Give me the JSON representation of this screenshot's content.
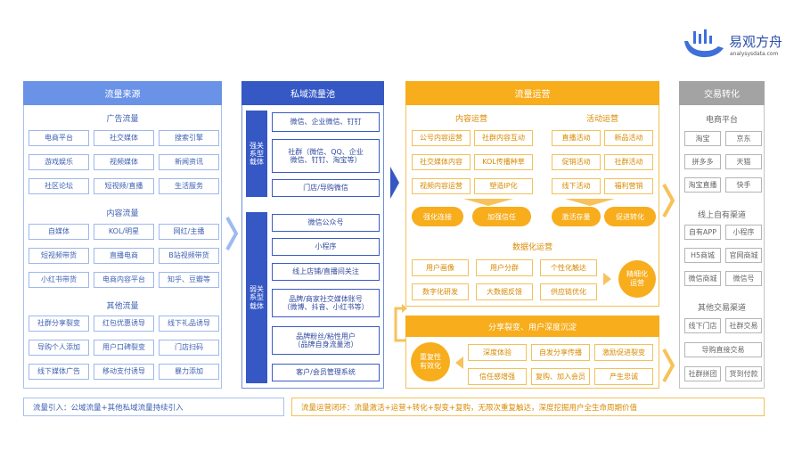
{
  "logo": {
    "name": "易观方舟",
    "url": "analysysdata.com"
  },
  "columns": {
    "source": {
      "title": "流量来源",
      "ad": {
        "title": "广告流量",
        "items": [
          "电商平台",
          "社交媒体",
          "搜索引擎",
          "游戏娱乐",
          "视频媒体",
          "新闻资讯",
          "社区论坛",
          "短视频/直播",
          "生活服务"
        ]
      },
      "content": {
        "title": "内容流量",
        "items": [
          "自媒体",
          "KOL/明星",
          "网红/主播",
          "短视频带货",
          "直播电商",
          "B站视频带货",
          "小红书带货",
          "电商内容平台",
          "知乎、豆瓣等"
        ]
      },
      "other": {
        "title": "其他流量",
        "items": [
          "社群分享裂变",
          "红包优惠诱导",
          "线下礼品诱导",
          "导购个人添加",
          "用户口碑裂变",
          "门店扫码",
          "线下媒体广告",
          "移动支付诱导",
          "暴力添加"
        ]
      }
    },
    "pool": {
      "title": "私域流量池",
      "strong_label": "强关\n系型\n载体",
      "weak_label": "弱关\n系型\n载体",
      "strong": [
        "微信、企业微信、钉钉",
        "社群（微信、QQ、企业\n微信、钉钉、淘宝等）",
        "门店/导购微信"
      ],
      "weak": [
        "微信公众号",
        "小程序",
        "线上店铺/直播间关注",
        "品牌/商家社交媒体账号\n（微博、抖音、小红书等）",
        "品牌粉丝/粘性用户\n（品牌自身流量池）",
        "客户/会员管理系统"
      ]
    },
    "ops": {
      "title": "流量运营",
      "content_ops": {
        "title": "内容运营",
        "items": [
          "公号内容运营",
          "社群内容互动",
          "社交媒体内容",
          "KOL传播种草",
          "视频内容运营",
          "塑造IP化"
        ]
      },
      "activity_ops": {
        "title": "活动运营",
        "items": [
          "直播活动",
          "新品活动",
          "促销活动",
          "社群活动",
          "线下活动",
          "福利营销"
        ]
      },
      "pills": [
        "强化连接",
        "加强信任",
        "激活存量",
        "促进转化"
      ],
      "data_ops": {
        "title": "数据化运营",
        "items": [
          "用户画像",
          "用户分群",
          "个性化触达",
          "数字化研发",
          "大数据反馈",
          "供应链优化"
        ],
        "circle": "精细化\n运营"
      },
      "fission": {
        "title": "分享裂变、用户深度沉淀",
        "items": [
          "深度体验",
          "自发分享传播",
          "激励促进裂变",
          "信任感增强",
          "复购、加入会员",
          "产生忠诚"
        ],
        "circle": "重复性\n有效化"
      }
    },
    "conv": {
      "title": "交易转化",
      "ecom": {
        "title": "电商平台",
        "items": [
          "淘宝",
          "京东",
          "拼多多",
          "天猫",
          "淘宝直播",
          "快手"
        ]
      },
      "own": {
        "title": "线上自有渠道",
        "items": [
          "自有APP",
          "小程序",
          "H5商城",
          "官网商城",
          "微信商城",
          "微信号"
        ]
      },
      "other": {
        "title": "其他交易渠道",
        "items": [
          "线下门店",
          "社群交易",
          "导购直接交易",
          "社群拼团",
          "货到付款"
        ]
      }
    }
  },
  "footer": {
    "left": "流量引入：公域流量+其他私域流量持续引入",
    "right": "流量运营闭环：流量激活+运营+转化+裂变+复购，无限次重复触达，深度挖掘用户全生命周期价值"
  }
}
